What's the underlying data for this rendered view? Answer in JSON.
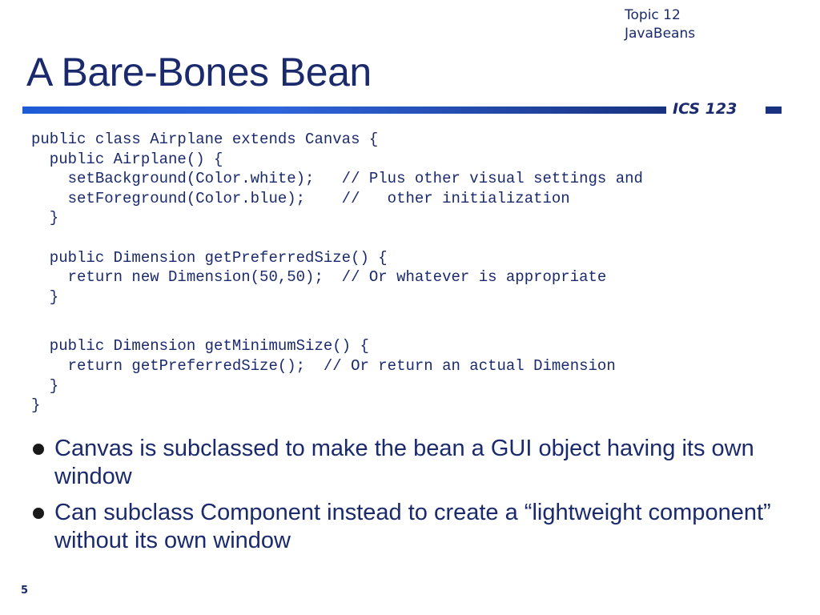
{
  "header": {
    "topic_line1": "Topic 12",
    "topic_line2": "JavaBeans",
    "course": "ICS 123"
  },
  "slide": {
    "title": "A Bare-Bones Bean",
    "code_lines": [
      "public class Airplane extends Canvas {",
      "  public Airplane() {",
      "    setBackground(Color.white);   // Plus other visual settings and",
      "    setForeground(Color.blue);    //   other initialization",
      "  }",
      "",
      "  public Dimension getPreferredSize() {",
      "    return new Dimension(50,50);  // Or whatever is appropriate",
      "  }",
      "",
      "  public Dimension getMinimumSize() {",
      "    return getPreferredSize();  // Or return an actual Dimension",
      "  }",
      "}"
    ],
    "bullets": [
      "Canvas is subclassed to make the bean a GUI object having its own window",
      "Can subclass Component instead to create a “lightweight component” without its own window"
    ],
    "page_number": "5"
  },
  "colors": {
    "text": "#1a2a6c",
    "rule_start": "#1f5bd6",
    "rule_end": "#18327f"
  }
}
